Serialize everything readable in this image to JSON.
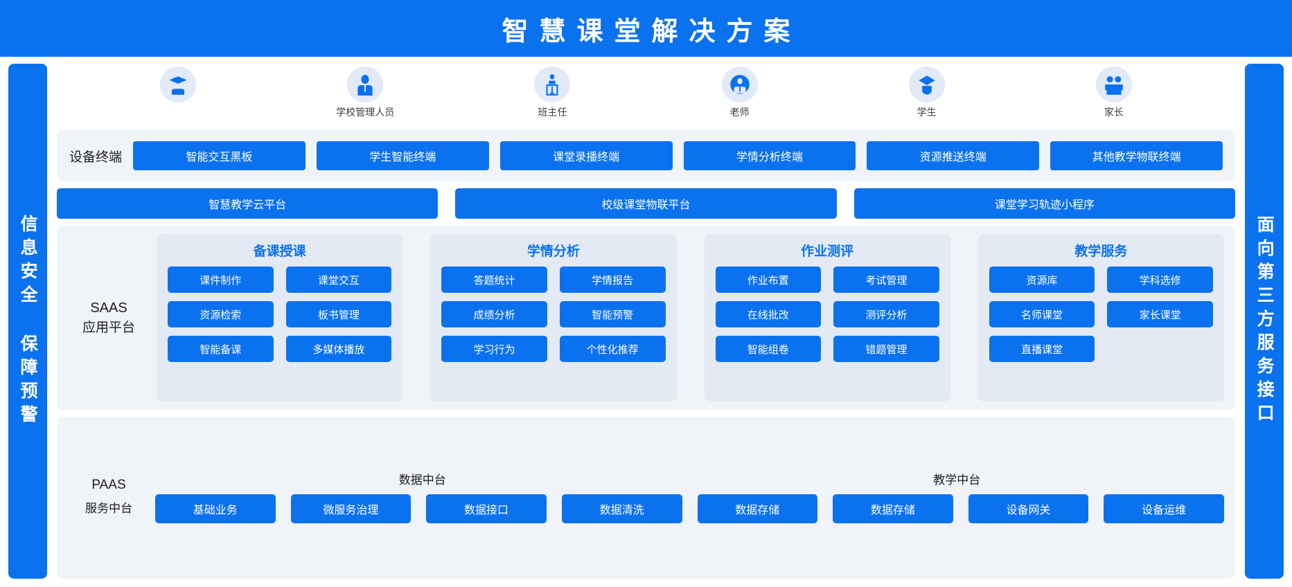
{
  "header": {
    "title": "智慧课堂解决方案"
  },
  "colors": {
    "brand_blue": "#0b72ef",
    "panel_bg": "#f0f3f7",
    "group_bg": "#e4eaf3",
    "avatar_bg": "#e2eaf7"
  },
  "left_rail": {
    "text": "信息安全 保障预警"
  },
  "right_rail": {
    "text": "面向第三方服务接口"
  },
  "roles": [
    {
      "label": "",
      "icon": "graduate-icon"
    },
    {
      "label": "学校管理人员",
      "icon": "admin-person-icon"
    },
    {
      "label": "班主任",
      "icon": "podium-teacher-icon"
    },
    {
      "label": "老师",
      "icon": "teacher-circle-icon"
    },
    {
      "label": "学生",
      "icon": "student-cap-icon"
    },
    {
      "label": "家长",
      "icon": "parents-icon"
    }
  ],
  "device_row": {
    "label": "设备终端",
    "items": [
      "智能交互黑板",
      "学生智能终端",
      "课堂录播终端",
      "学情分析终端",
      "资源推送终端",
      "其他教学物联终端"
    ]
  },
  "platform_row": {
    "items": [
      "智慧教学云平台",
      "校级课堂物联平台",
      "课堂学习轨迹小程序"
    ]
  },
  "saas": {
    "label_en": "SAAS",
    "label_cn": "应用平台",
    "groups": [
      {
        "title": "备课授课",
        "items": [
          "课件制作",
          "课堂交互",
          "资源检索",
          "板书管理",
          "智能备课",
          "多媒体播放"
        ]
      },
      {
        "title": "学情分析",
        "items": [
          "答题统计",
          "学情报告",
          "成绩分析",
          "智能预警",
          "学习行为",
          "个性化推荐"
        ]
      },
      {
        "title": "作业测评",
        "items": [
          "作业布置",
          "考试管理",
          "在线批改",
          "测评分析",
          "智能组卷",
          "错题管理"
        ]
      },
      {
        "title": "教学服务",
        "items": [
          "资源库",
          "学科选修",
          "名师课堂",
          "家长课堂",
          "直播课堂"
        ]
      }
    ]
  },
  "paas": {
    "label_en": "PAAS",
    "label_cn": "服务中台",
    "headings": [
      "数据中台",
      "教学中台"
    ],
    "items": [
      "基础业务",
      "微服务治理",
      "数据接口",
      "数据清洗",
      "数据存储",
      "数据存储",
      "设备网关",
      "设备运维"
    ]
  }
}
